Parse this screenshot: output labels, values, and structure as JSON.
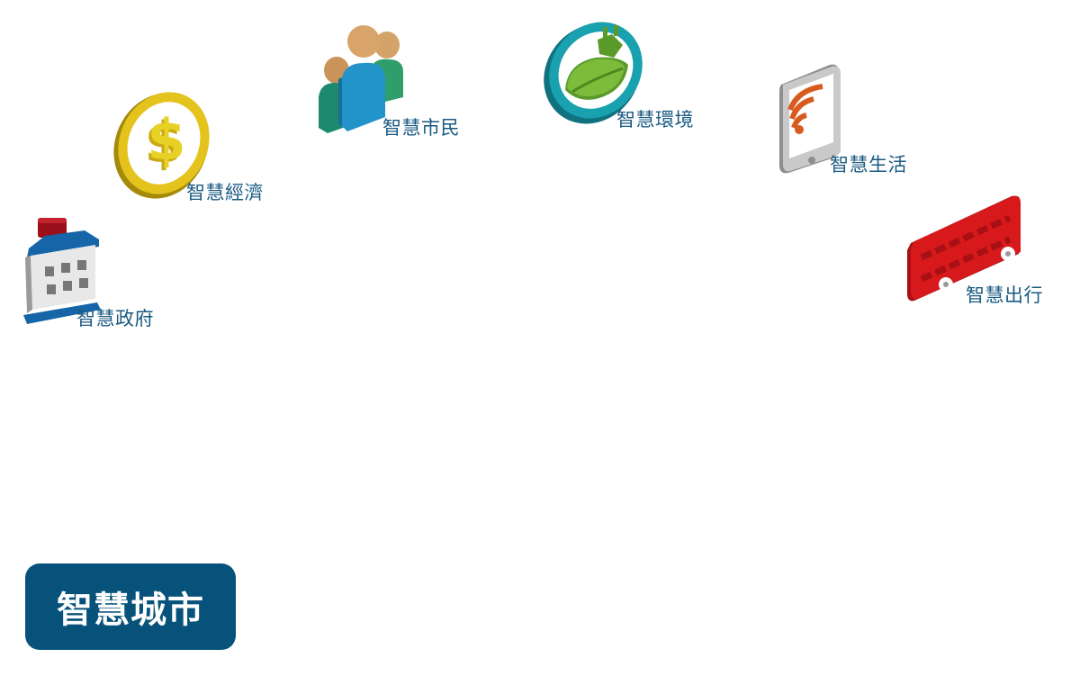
{
  "items": [
    {
      "key": "gov",
      "label": "智慧政府",
      "icon": "government-building-icon",
      "color": "#1565a8"
    },
    {
      "key": "econ",
      "label": "智慧經濟",
      "icon": "dollar-coin-icon",
      "color": "#e3c31c"
    },
    {
      "key": "cit",
      "label": "智慧市民",
      "icon": "citizens-people-icon",
      "color": "#2294c9"
    },
    {
      "key": "env",
      "label": "智慧環境",
      "icon": "leaf-plug-icon",
      "color": "#1aa1b0"
    },
    {
      "key": "life",
      "label": "智慧生活",
      "icon": "mobile-wifi-icon",
      "color": "#d95a1e"
    },
    {
      "key": "trans",
      "label": "智慧出行",
      "icon": "double-decker-bus-icon",
      "color": "#d7191c"
    }
  ],
  "center": {
    "label": "智慧城市",
    "color": "#07527a"
  }
}
